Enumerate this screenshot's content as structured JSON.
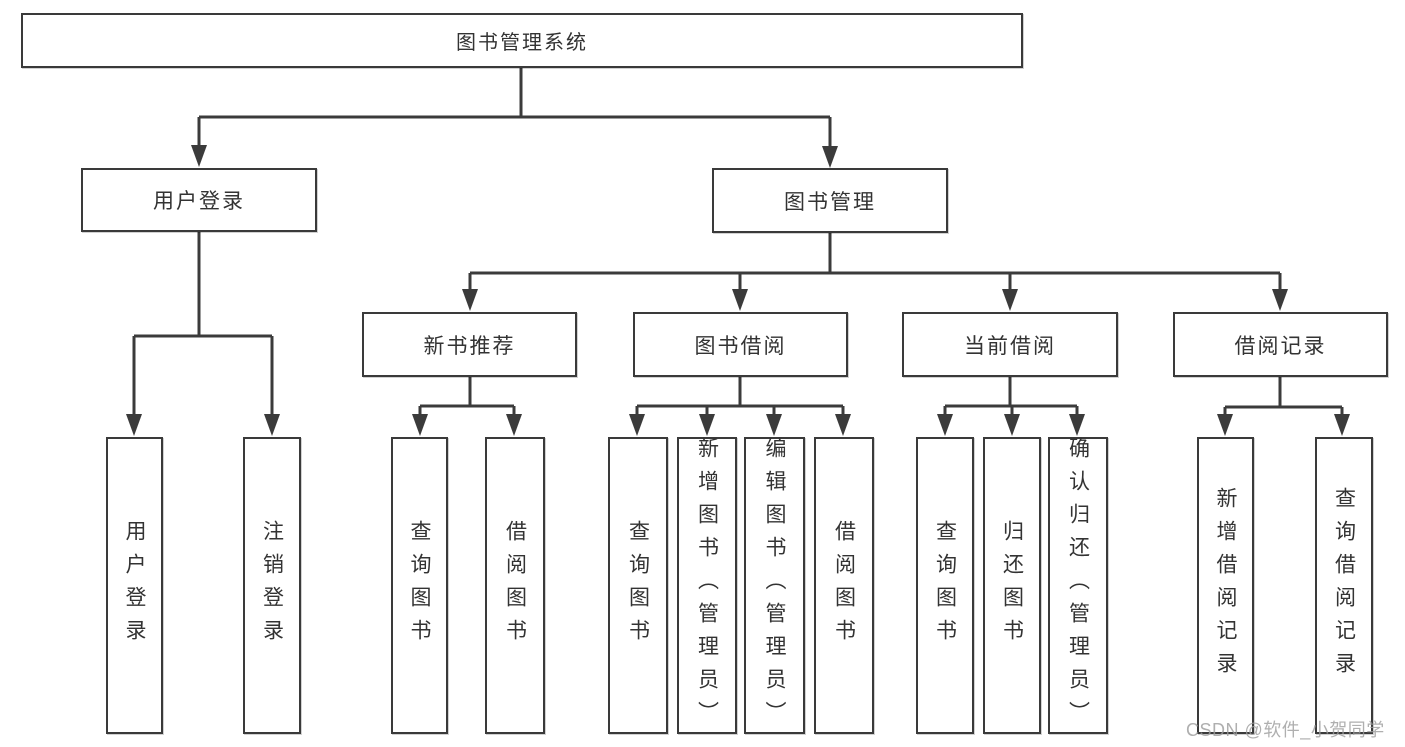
{
  "diagram": {
    "root": {
      "label": "图书管理系统",
      "children": [
        {
          "label": "用户登录",
          "children": [
            {
              "label": "用户登录"
            },
            {
              "label": "注销登录"
            }
          ]
        },
        {
          "label": "图书管理",
          "children": [
            {
              "label": "新书推荐",
              "children": [
                {
                  "label": "查询图书"
                },
                {
                  "label": "借阅图书"
                }
              ]
            },
            {
              "label": "图书借阅",
              "children": [
                {
                  "label": "查询图书"
                },
                {
                  "label": "新增图书（管理员）"
                },
                {
                  "label": "编辑图书（管理员）"
                },
                {
                  "label": "借阅图书"
                }
              ]
            },
            {
              "label": "当前借阅",
              "children": [
                {
                  "label": "查询图书"
                },
                {
                  "label": "归还图书"
                },
                {
                  "label": "确认归还（管理员）"
                }
              ]
            },
            {
              "label": "借阅记录",
              "children": [
                {
                  "label": "新增借阅记录"
                },
                {
                  "label": "查询借阅记录"
                }
              ]
            }
          ]
        }
      ]
    }
  },
  "watermark": {
    "text": "CSDN @软件_小贺同学"
  },
  "colors": {
    "line": "#3b3b3b",
    "box_border": "#3a3a3a",
    "text": "#333333",
    "watermark": "#9e9e9e",
    "background": "#ffffff"
  }
}
